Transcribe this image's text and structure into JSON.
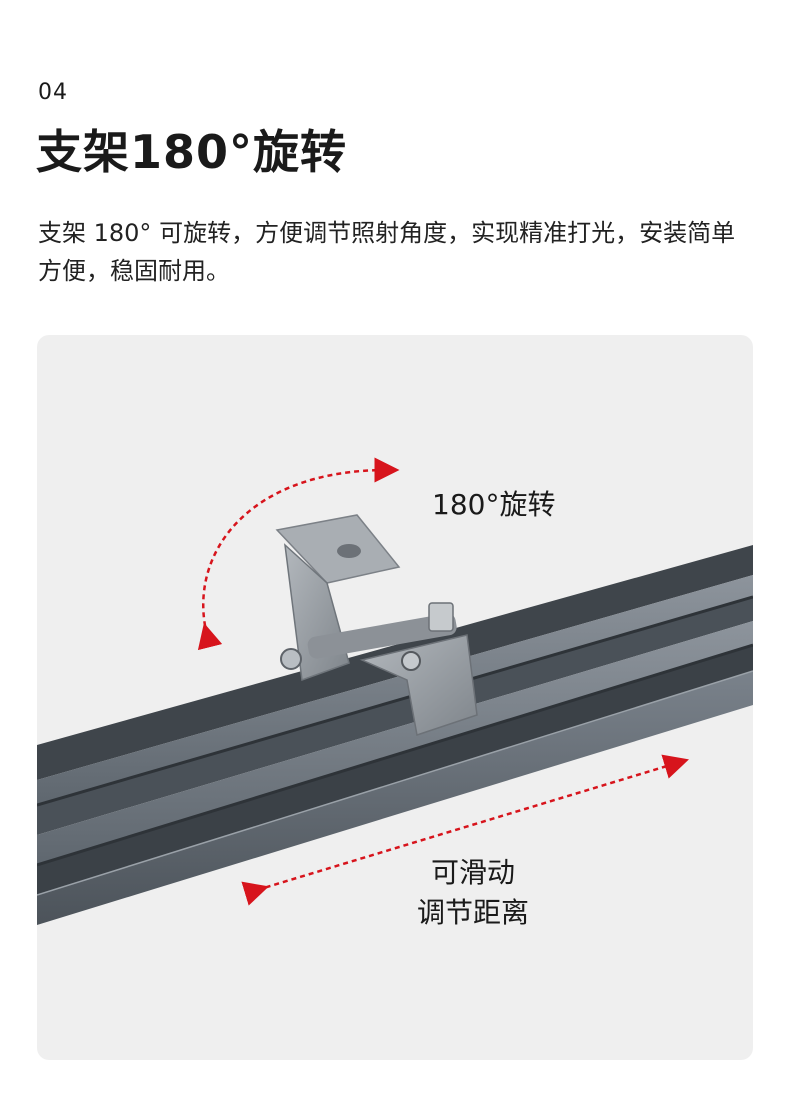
{
  "header": {
    "section_number": "04",
    "title": "支架180°旋转"
  },
  "description": "支架 180° 可旋转，方便调节照射角度，实现精准打光，安装简单方便，稳固耐用。",
  "product_image": {
    "callouts": {
      "rotation": "180°旋转",
      "slide_line1": "可滑动",
      "slide_line2": "调节距离"
    },
    "arrow_color": "#d7141c",
    "bar_color": "#6b737c",
    "bracket_color": "#9aa0a6"
  }
}
